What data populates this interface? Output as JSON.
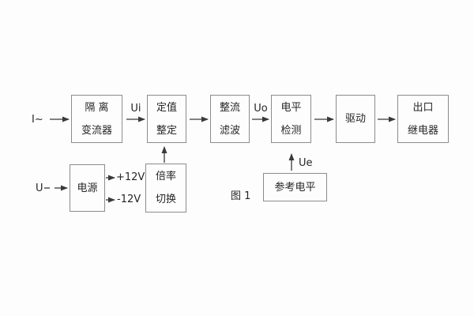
{
  "diagram": {
    "caption": "图 1",
    "colors": {
      "background": "#fdfdfd",
      "line": "#3a3a3a",
      "box_border": "#8c8c8c",
      "text": "#262626"
    },
    "inputs": {
      "current": "I~",
      "voltage": "U"
    },
    "signal_labels": {
      "ui": "Ui",
      "uo": "Uo",
      "ue": "Ue"
    },
    "power_outputs": {
      "plus": "+12V",
      "minus": "-12V"
    },
    "blocks": {
      "isolation": {
        "line1": "隔 离",
        "line2": "变流器"
      },
      "setting": {
        "line1": "定值",
        "line2": "整定"
      },
      "rectifier": {
        "line1": "整流",
        "line2": "滤波"
      },
      "level_detect": {
        "line1": "电平",
        "line2": "检测"
      },
      "drive": {
        "label": "驱动"
      },
      "output_relay": {
        "line1": "出口",
        "line2": "继电器"
      },
      "power": {
        "label": "电源"
      },
      "ratio_switch": {
        "line1": "倍率",
        "line2": "切换"
      },
      "reference_level": {
        "label": "参考电平"
      }
    }
  }
}
